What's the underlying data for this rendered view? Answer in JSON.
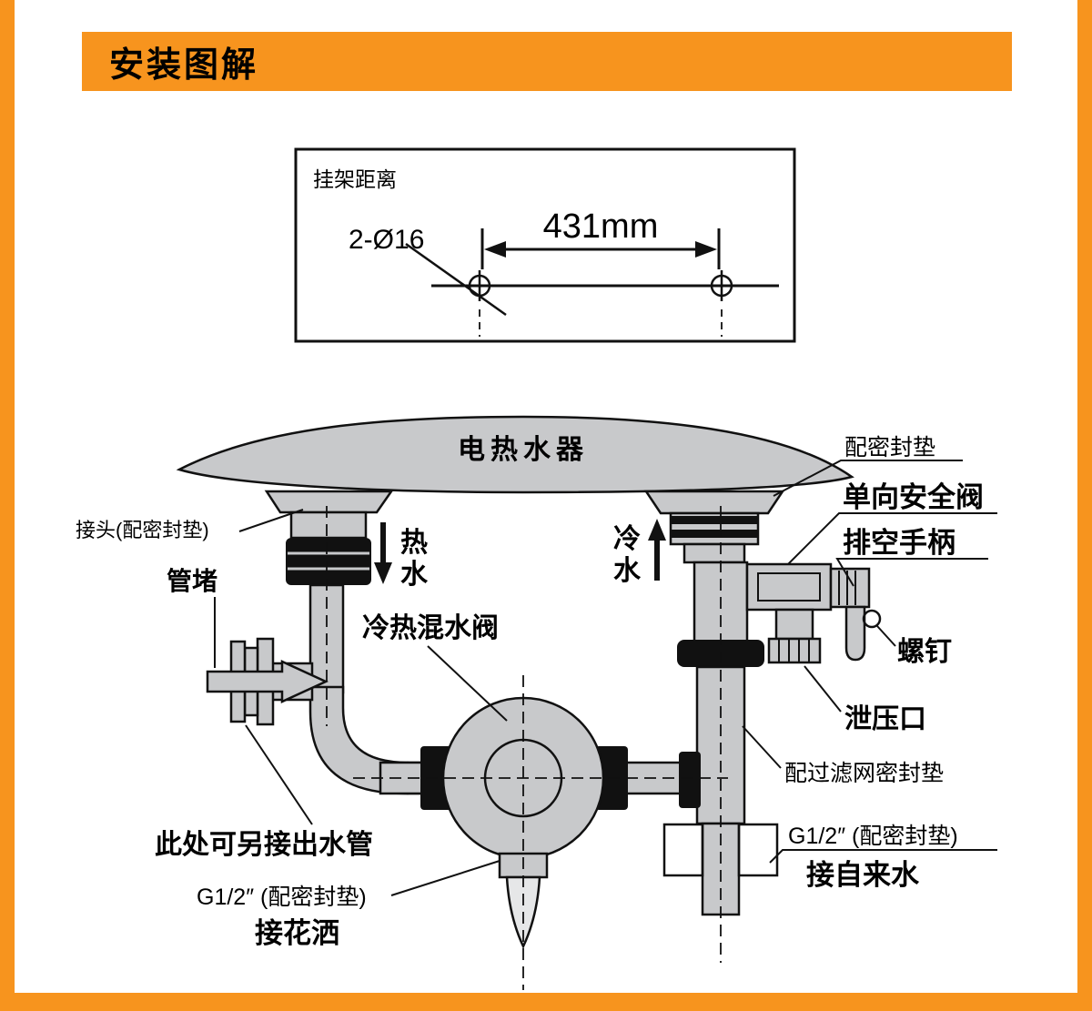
{
  "header": {
    "title": "安装图解"
  },
  "bracket_box": {
    "title": "挂架距离",
    "hole_spec": "2-Ø16",
    "distance": "431mm"
  },
  "diagram": {
    "heater_label": "电热水器",
    "hot_water": [
      "热",
      "水"
    ],
    "cold_water": [
      "冷",
      "水"
    ],
    "labels": {
      "connector": "接头(配密封垫)",
      "pipe_plug": "管堵",
      "mixing_valve": "冷热混水阀",
      "gasket": "配密封垫",
      "safety_valve": "单向安全阀",
      "drain_handle": "排空手柄",
      "screw": "螺钉",
      "relief_port": "泄压口",
      "filter_gasket": "配过滤网密封垫",
      "alt_outlet": "此处可另接出水管",
      "shower_spec": "G1/2″ (配密封垫)",
      "shower": "接花洒",
      "tap_spec": "G1/2″ (配密封垫)",
      "tap_water": "接自来水"
    }
  },
  "colors": {
    "accent_orange": "#F7941E",
    "pipe_gray": "#C8C9CB",
    "line_black": "#111111"
  }
}
